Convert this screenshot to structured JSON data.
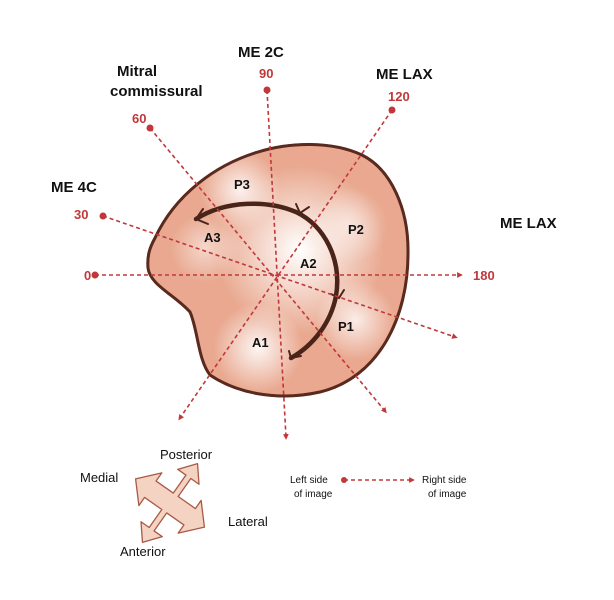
{
  "views": {
    "me_2c": "ME 2C",
    "me_lax_top": "ME LAX",
    "me_lax_right": "ME LAX",
    "me_4c": "ME 4C",
    "mitral_commissural_line1": "Mitral",
    "mitral_commissural_line2": "commissural"
  },
  "angles": {
    "a0": "0",
    "a30": "30",
    "a60": "60",
    "a90": "90",
    "a120": "120",
    "a180": "180"
  },
  "leaflets": {
    "a1": "A1",
    "a2": "A2",
    "a3": "A3",
    "p1": "P1",
    "p2": "P2",
    "p3": "P3"
  },
  "orientation": {
    "posterior": "Posterior",
    "medial": "Medial",
    "lateral": "Lateral",
    "anterior": "Anterior"
  },
  "legend": {
    "left_line1": "Left side",
    "left_line2": "of image",
    "right_line1": "Right side",
    "right_line2": "of image"
  },
  "colors": {
    "accent_red": "#c0383a",
    "valve_fill": "#e9a88f",
    "valve_outline": "#5a2a1f",
    "coaptation_line": "#4a2418"
  }
}
